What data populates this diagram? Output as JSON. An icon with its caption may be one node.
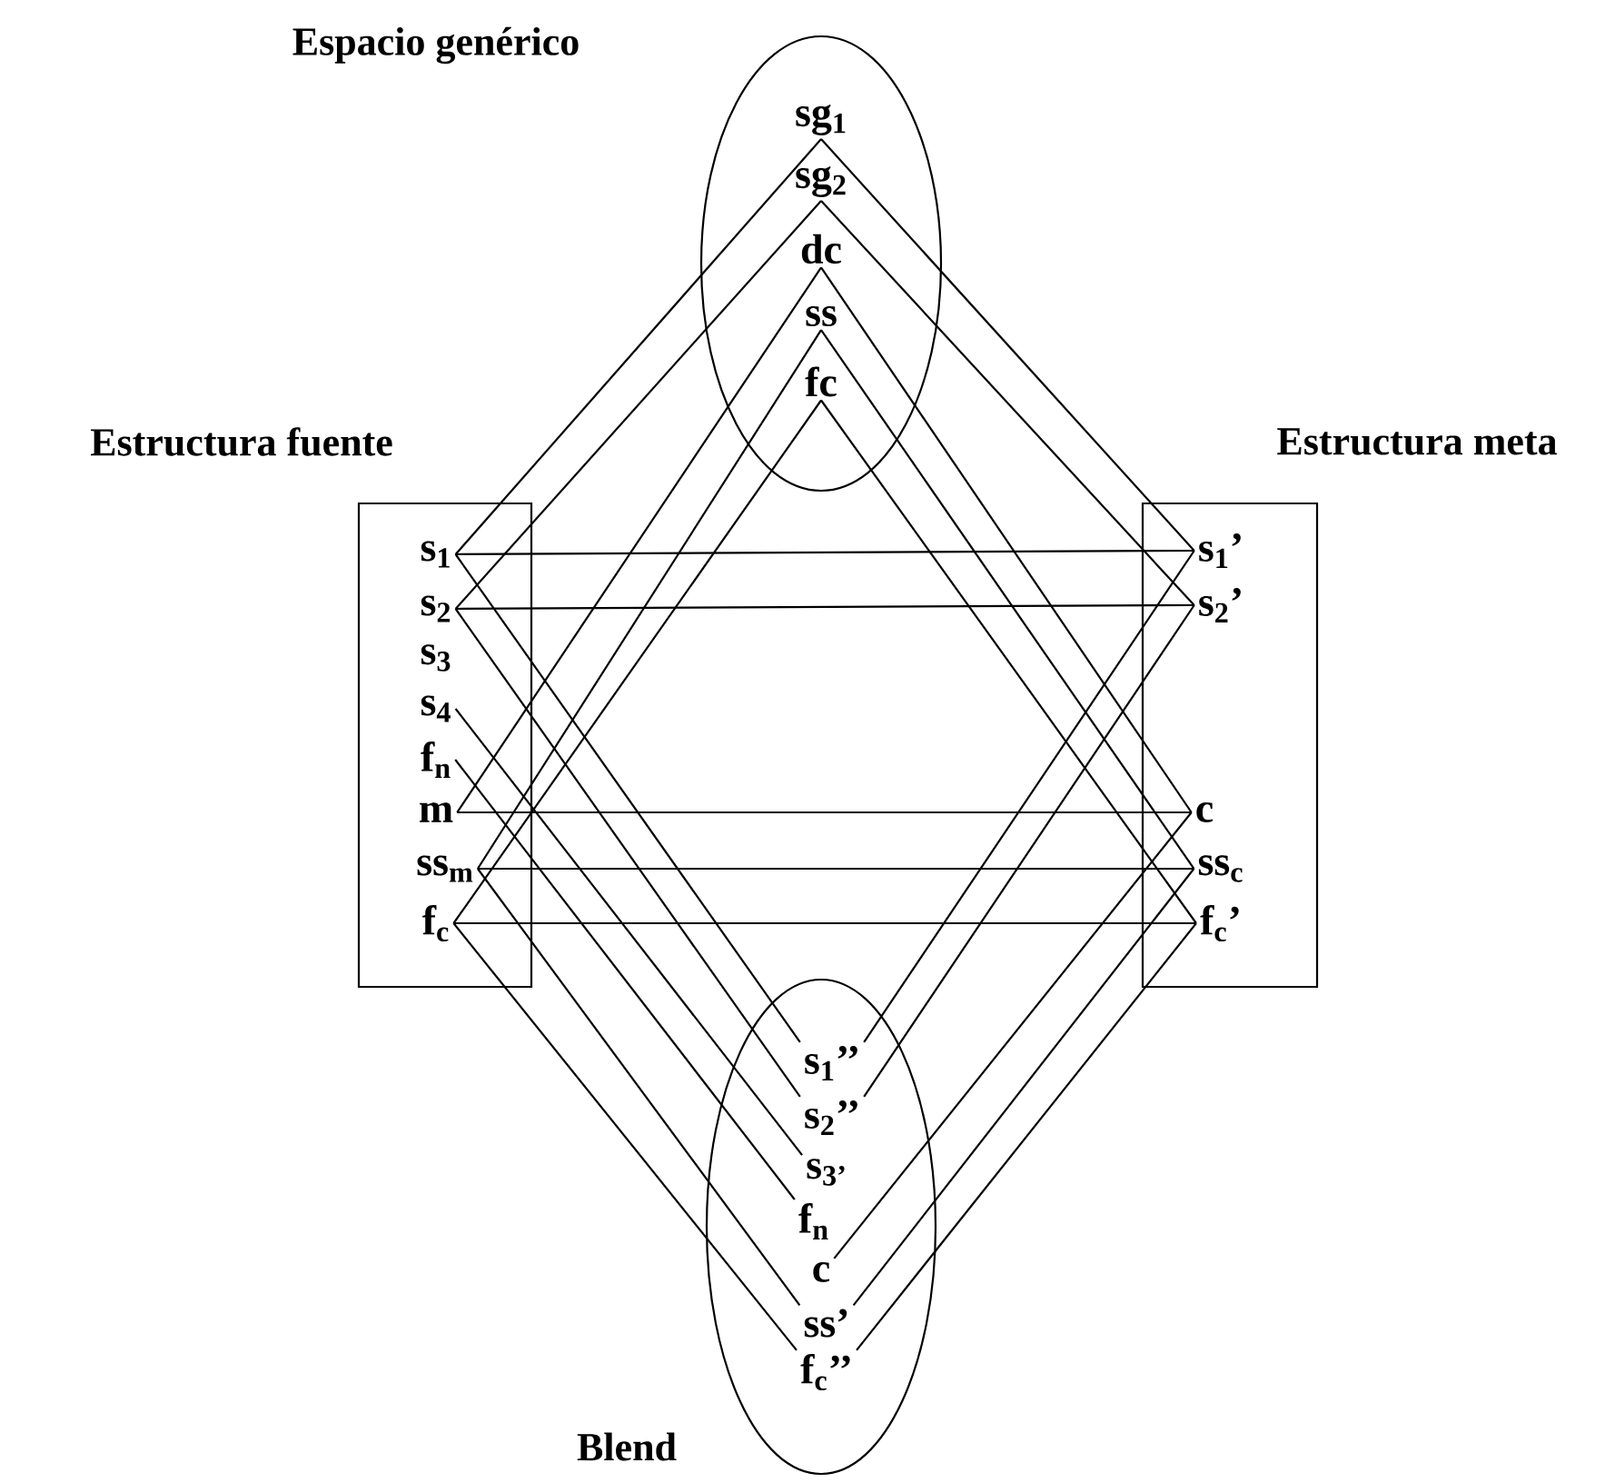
{
  "diagram": {
    "nodes": [
      {
        "text": [
          "Espacio genérico"
        ]
      },
      {
        "text": [
          "sg$_{1}$"
        ],
        "in": 0
      },
      {
        "text": [
          "sg$_{2}$"
        ],
        "in": 0
      },
      {
        "text": [
          "dc"
        ],
        "in": 0
      },
      {
        "text": [
          "ss"
        ],
        "in": 0
      },
      {
        "text": [
          "fc"
        ],
        "in": 0
      },
      {
        "text": [
          "Estructura fuente"
        ]
      },
      {
        "text": [
          "s$_{1}$"
        ],
        "in": 6
      },
      {
        "text": [
          "s$_{2}$"
        ],
        "in": 6
      },
      {
        "text": [
          "s$_{3}$"
        ],
        "in": 6
      },
      {
        "text": [
          "s$_{4}$"
        ],
        "in": 6
      },
      {
        "text": [
          "f$_{n}$"
        ],
        "in": 6
      },
      {
        "text": [
          "m"
        ],
        "in": 6
      },
      {
        "text": [
          "ss$_{m}$"
        ],
        "in": 6
      },
      {
        "text": [
          "f$_{c}$"
        ],
        "in": 6
      },
      {
        "text": [
          "Estructura meta"
        ]
      },
      {
        "text": [
          "s$_{1}$’"
        ],
        "in": 15
      },
      {
        "text": [
          "s$_{2}$’"
        ],
        "in": 15
      },
      {
        "text": [
          "c"
        ],
        "in": 15
      },
      {
        "text": [
          "ss$_{c}$"
        ],
        "in": 15
      },
      {
        "text": [
          "f$_{c}$’"
        ],
        "in": 15
      },
      {
        "text": [
          "Blend"
        ]
      },
      {
        "text": [
          "s$_{1}$’’"
        ],
        "in": 21
      },
      {
        "text": [
          "s$_{2}$’’"
        ],
        "in": 21
      },
      {
        "text": [
          "s$_{3’}$"
        ],
        "in": 21
      },
      {
        "text": [
          "f$_{n}$"
        ],
        "in": 21
      },
      {
        "text": [
          "c"
        ],
        "in": 21
      },
      {
        "text": [
          "ss’"
        ],
        "in": 21
      },
      {
        "text": [
          "f$_{c}$’’"
        ],
        "in": 21
      }
    ],
    "edges": [
      {
        "from": 1,
        "to": 7,
        "arrow": "none"
      },
      {
        "from": 2,
        "to": 8,
        "arrow": "none"
      },
      {
        "from": 3,
        "to": 12,
        "arrow": "none"
      },
      {
        "from": 4,
        "to": 13,
        "arrow": "none"
      },
      {
        "from": 5,
        "to": 14,
        "arrow": "none"
      },
      {
        "from": 1,
        "to": 16,
        "arrow": "none"
      },
      {
        "from": 2,
        "to": 17,
        "arrow": "none"
      },
      {
        "from": 3,
        "to": 18,
        "arrow": "none"
      },
      {
        "from": 4,
        "to": 19,
        "arrow": "none"
      },
      {
        "from": 5,
        "to": 20,
        "arrow": "none"
      },
      {
        "from": 7,
        "to": 16,
        "arrow": "none"
      },
      {
        "from": 8,
        "to": 17,
        "arrow": "none"
      },
      {
        "from": 12,
        "to": 18,
        "arrow": "none"
      },
      {
        "from": 13,
        "to": 19,
        "arrow": "none"
      },
      {
        "from": 14,
        "to": 20,
        "arrow": "none"
      },
      {
        "from": 7,
        "to": 22,
        "arrow": "none"
      },
      {
        "from": 8,
        "to": 23,
        "arrow": "none"
      },
      {
        "from": 10,
        "to": 24,
        "arrow": "none"
      },
      {
        "from": 11,
        "to": 25,
        "arrow": "none"
      },
      {
        "from": 13,
        "to": 27,
        "arrow": "none"
      },
      {
        "from": 14,
        "to": 28,
        "arrow": "none"
      },
      {
        "from": 16,
        "to": 22,
        "arrow": "none"
      },
      {
        "from": 17,
        "to": 23,
        "arrow": "none"
      },
      {
        "from": 18,
        "to": 26,
        "arrow": "none"
      },
      {
        "from": 19,
        "to": 27,
        "arrow": "none"
      },
      {
        "from": 20,
        "to": 28,
        "arrow": "none"
      }
    ]
  }
}
